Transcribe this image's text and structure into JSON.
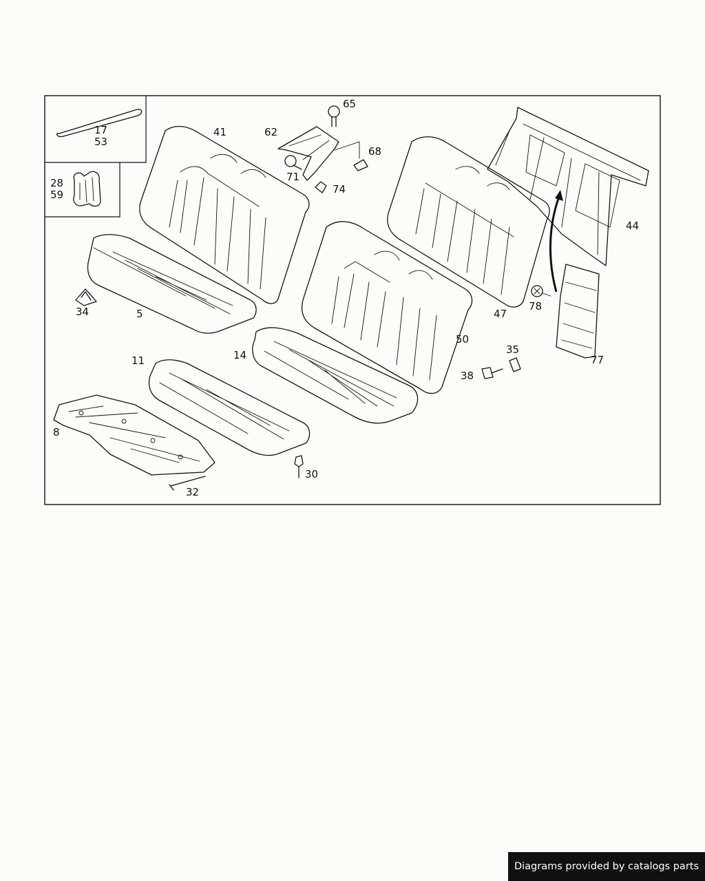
{
  "callouts": [
    "17",
    "53",
    "28",
    "59",
    "41",
    "62",
    "65",
    "68",
    "71",
    "74",
    "5",
    "34",
    "11",
    "14",
    "8",
    "30",
    "32",
    "50",
    "35",
    "38",
    "47",
    "78",
    "44",
    "77"
  ],
  "credit": "Diagrams provided by catalogs parts"
}
